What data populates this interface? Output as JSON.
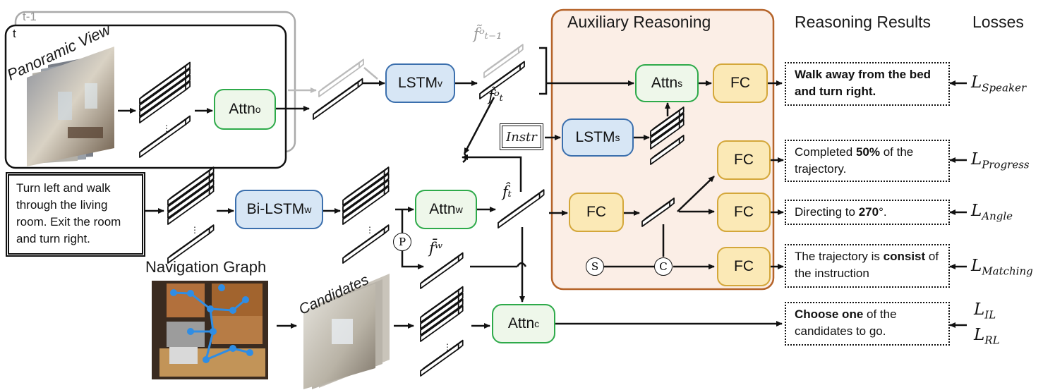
{
  "frames": {
    "prev_step": "t-1",
    "curr_step": "t",
    "panoramic_view": "Panoramic View",
    "navigation_graph": "Navigation Graph",
    "candidates": "Candidates"
  },
  "headers": {
    "auxiliary": "Auxiliary Reasoning",
    "results": "Reasoning Results",
    "losses": "Losses"
  },
  "instruction_text": "Turn left and walk through the living room. Exit the room and turn right.",
  "instr_label": "Instr",
  "modules": {
    "attn_o": {
      "base": "Attn",
      "sub": "o"
    },
    "lstm_v": {
      "base": "LSTM",
      "sub": "v"
    },
    "lstm_s": {
      "base": "LSTM",
      "sub": "s"
    },
    "attn_s": {
      "base": "Attn",
      "sub": "s"
    },
    "bi_lstm_w": {
      "base": "Bi-LSTM",
      "sub": "w"
    },
    "attn_w": {
      "base": "Attn",
      "sub": "w"
    },
    "attn_c": {
      "base": "Attn",
      "sub": "c"
    },
    "fc": "FC"
  },
  "symbols": {
    "f_tm1_o": "f̃ᵒₜ₋₁",
    "f_t_o": "f̃ᵒₜ",
    "f_hat_t": "f̂ₜ",
    "f_bar_w": "f̄ʷ",
    "p": "P",
    "s": "S",
    "c": "C"
  },
  "results": {
    "speaker": {
      "bold": "Walk away from the bed and turn right."
    },
    "progress": {
      "pre": "Completed ",
      "bold": "50%",
      "post": " of the trajectory."
    },
    "angle": {
      "pre": "Directing to ",
      "bold": "270",
      "post": "°."
    },
    "matching": {
      "pre": "The trajectory is ",
      "bold": "consist",
      "post": " of the instruction"
    },
    "candidate": {
      "bold": "Choose one",
      "post": " of the candidates to go."
    }
  },
  "losses": {
    "speaker": {
      "L": "L",
      "sub": "Speaker"
    },
    "progress": {
      "L": "L",
      "sub": "Progress"
    },
    "angle": {
      "L": "L",
      "sub": "Angle"
    },
    "matching": {
      "L": "L",
      "sub": "Matching"
    },
    "il": {
      "L": "L",
      "sub": "IL"
    },
    "rl": {
      "L": "L",
      "sub": "RL"
    }
  },
  "colors": {
    "attn_border": "#2eaa4a",
    "lstm_border": "#3b6fad",
    "fc_border": "#d4a73a",
    "aux_border": "#b5642a",
    "aux_fill": "#fbeee6"
  }
}
